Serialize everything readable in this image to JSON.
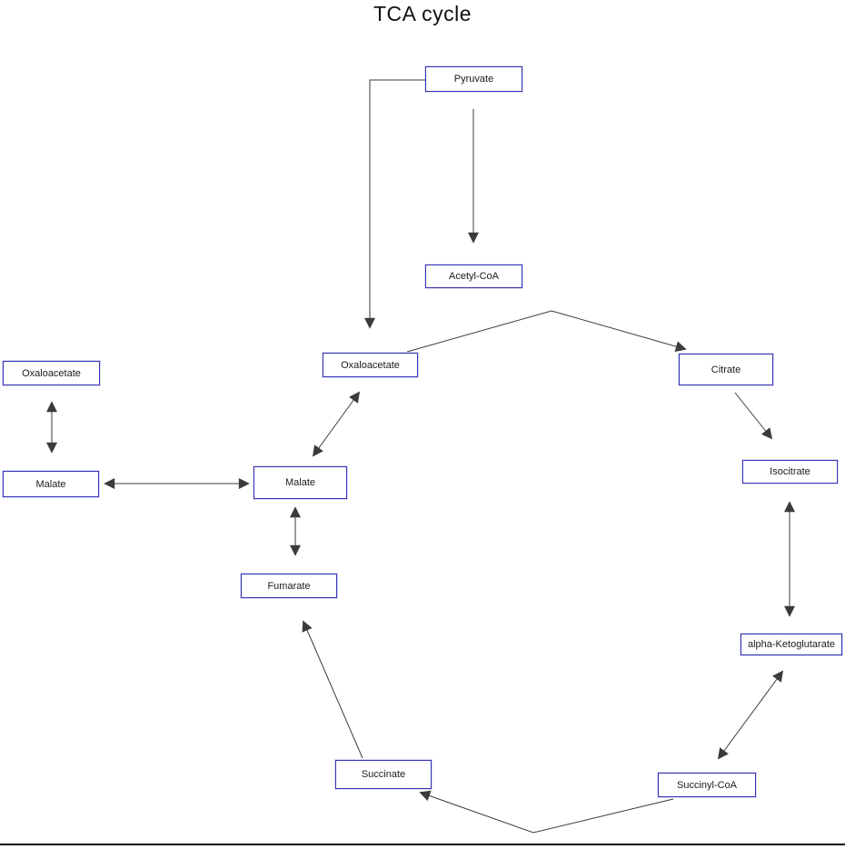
{
  "title": "TCA cycle",
  "colors": {
    "node_border": "#3432b0",
    "node_fill": "#ffffff",
    "edge": "#3b3b3b",
    "bottom_rule": "#000000",
    "title_text": "#111111"
  },
  "diagram": {
    "nodes": [
      {
        "id": "oxaloacetate-left",
        "label": "Oxaloacetate"
      },
      {
        "id": "malate-left",
        "label": "Malate"
      },
      {
        "id": "pyruvate",
        "label": "Pyruvate"
      },
      {
        "id": "acetyl-coa",
        "label": "Acetyl-CoA"
      },
      {
        "id": "oxaloacetate",
        "label": "Oxaloacetate"
      },
      {
        "id": "citrate",
        "label": "Citrate"
      },
      {
        "id": "isocitrate",
        "label": "Isocitrate"
      },
      {
        "id": "alpha-ketoglutarate",
        "label": "alpha-Ketoglutarate"
      },
      {
        "id": "succinyl-coa",
        "label": "Succinyl-CoA"
      },
      {
        "id": "succinate",
        "label": "Succinate"
      },
      {
        "id": "fumarate",
        "label": "Fumarate"
      },
      {
        "id": "malate-center",
        "label": "Malate"
      }
    ],
    "edges": [
      {
        "from": "Pyruvate",
        "to": "Acetyl-CoA",
        "type": "arrow"
      },
      {
        "from": "Pyruvate",
        "to": "Oxaloacetate",
        "type": "arrow"
      },
      {
        "from": "Oxaloacetate",
        "to": "Citrate",
        "type": "arrow"
      },
      {
        "from": "Citrate",
        "to": "Isocitrate",
        "type": "arrow"
      },
      {
        "from": "Isocitrate",
        "to": "alpha-Ketoglutarate",
        "type": "double-arrow"
      },
      {
        "from": "alpha-Ketoglutarate",
        "to": "Succinyl-CoA",
        "type": "double-arrow"
      },
      {
        "from": "Succinyl-CoA",
        "to": "Succinate",
        "type": "arrow"
      },
      {
        "from": "Succinate",
        "to": "Fumarate",
        "type": "arrow"
      },
      {
        "from": "Fumarate",
        "to": "Malate",
        "type": "double-arrow"
      },
      {
        "from": "Malate",
        "to": "Oxaloacetate",
        "type": "double-arrow"
      },
      {
        "from": "Malate (center)",
        "to": "Malate (left)",
        "type": "double-arrow"
      },
      {
        "from": "Malate (left)",
        "to": "Oxaloacetate (left)",
        "type": "double-arrow"
      }
    ]
  }
}
